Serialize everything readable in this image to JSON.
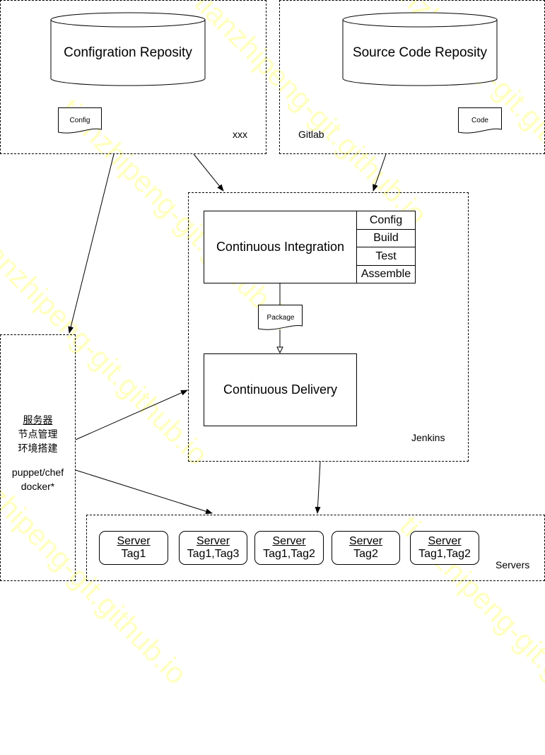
{
  "watermark": {
    "text": "tianzhipeng-git.github.io",
    "color": "#ffffc0"
  },
  "config_group": {
    "label": "xxx",
    "repository": "Configration Reposity",
    "document": "Config"
  },
  "source_group": {
    "label": "Gitlab",
    "repository": "Source Code Reposity",
    "document": "Code"
  },
  "jenkins_group": {
    "label": "Jenkins",
    "ci": {
      "title": "Continuous Integration",
      "steps": [
        "Config",
        "Build",
        "Test",
        "Assemble"
      ]
    },
    "artifact": "Package",
    "cd": {
      "title": "Continuous Delivery"
    }
  },
  "server_mgmt_group": {
    "lines": [
      "服务器",
      "节点管理",
      "环境搭建"
    ],
    "tools": [
      "puppet/chef",
      "docker*"
    ]
  },
  "servers_group": {
    "label": "Servers",
    "servers": [
      {
        "name": "Server",
        "tags": "Tag1"
      },
      {
        "name": "Server",
        "tags": "Tag1,Tag3"
      },
      {
        "name": "Server",
        "tags": "Tag1,Tag2"
      },
      {
        "name": "Server",
        "tags": "Tag2"
      },
      {
        "name": "Server",
        "tags": "Tag1,Tag2"
      }
    ]
  }
}
